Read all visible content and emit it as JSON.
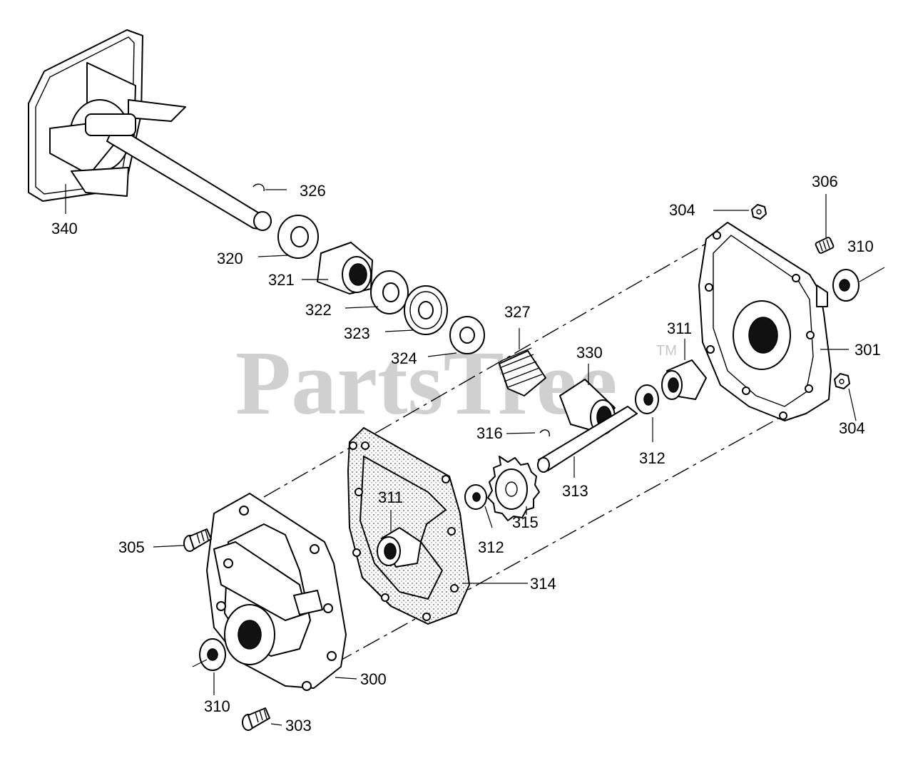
{
  "watermark": {
    "text": "PartsTree",
    "trademark": "TM"
  },
  "part_labels": {
    "p300": "300",
    "p301": "301",
    "p303": "303",
    "p304a": "304",
    "p304b": "304",
    "p305": "305",
    "p306": "306",
    "p310a": "310",
    "p310b": "310",
    "p311a": "311",
    "p311b": "311",
    "p312a": "312",
    "p312b": "312",
    "p313": "313",
    "p314": "314",
    "p315": "315",
    "p316": "316",
    "p320": "320",
    "p321": "321",
    "p322": "322",
    "p323": "323",
    "p324": "324",
    "p326": "326",
    "p327": "327",
    "p330": "330",
    "p340": "340"
  }
}
